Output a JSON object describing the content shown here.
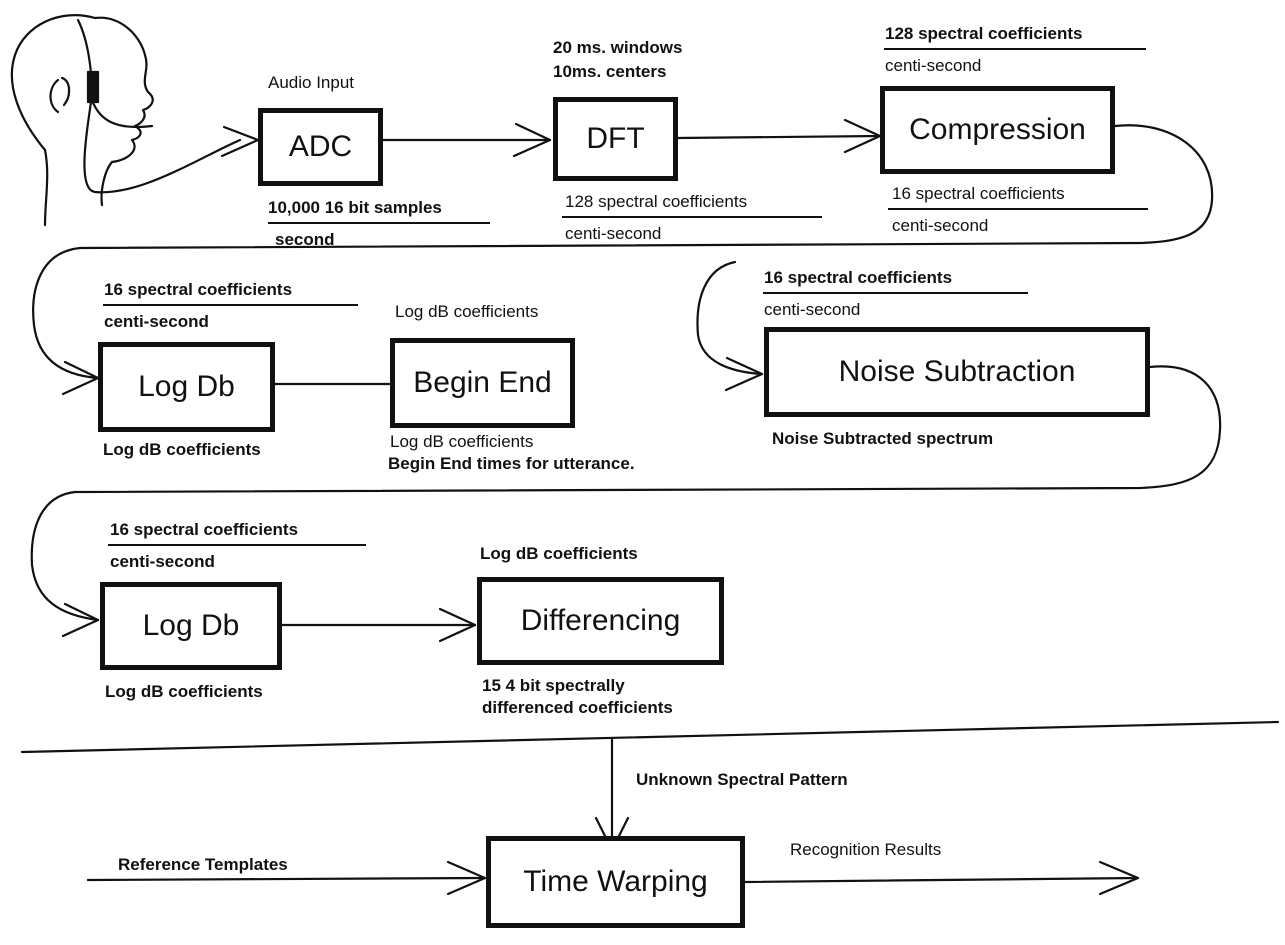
{
  "blocks": {
    "adc": "ADC",
    "dft": "DFT",
    "compression": "Compression",
    "log_db_1": "Log Db",
    "begin_end": "Begin End",
    "noise_subtraction": "Noise Subtraction",
    "log_db_2": "Log Db",
    "differencing": "Differencing",
    "time_warping": "Time Warping"
  },
  "labels": {
    "audio_input": "Audio Input",
    "adc_out_num": "10,000 16 bit samples",
    "adc_out_den": "second",
    "dft_in_1": "20 ms. windows",
    "dft_in_2": "10ms. centers",
    "dft_out_num": "128 spectral coefficients",
    "dft_out_den": "centi-second",
    "comp_in_num": "128 spectral coefficients",
    "comp_in_den": "centi-second",
    "comp_out_num": "16 spectral coefficients",
    "comp_out_den": "centi-second",
    "logdb1_in_num": "16 spectral coefficients",
    "logdb1_in_den": "centi-second",
    "logdb1_out": "Log dB coefficients",
    "beginend_in": "Log dB coefficients",
    "beginend_out_1": "Log dB coefficients",
    "beginend_out_2": "Begin End times for utterance.",
    "noise_in_num": "16 spectral coefficients",
    "noise_in_den": "centi-second",
    "noise_out": "Noise Subtracted spectrum",
    "logdb2_in_num": "16 spectral coefficients",
    "logdb2_in_den": "centi-second",
    "logdb2_out": "Log dB coefficients",
    "diff_in": "Log dB coefficients",
    "diff_out_1": "15 4 bit spectrally",
    "diff_out_2": "differenced coefficients",
    "unknown_pattern": "Unknown Spectral Pattern",
    "reference_templates": "Reference Templates",
    "recognition_results": "Recognition Results"
  },
  "icons": {
    "speaker": "person-with-headset-microphone-icon"
  },
  "colors": {
    "ink": "#111111",
    "background": "#ffffff"
  }
}
